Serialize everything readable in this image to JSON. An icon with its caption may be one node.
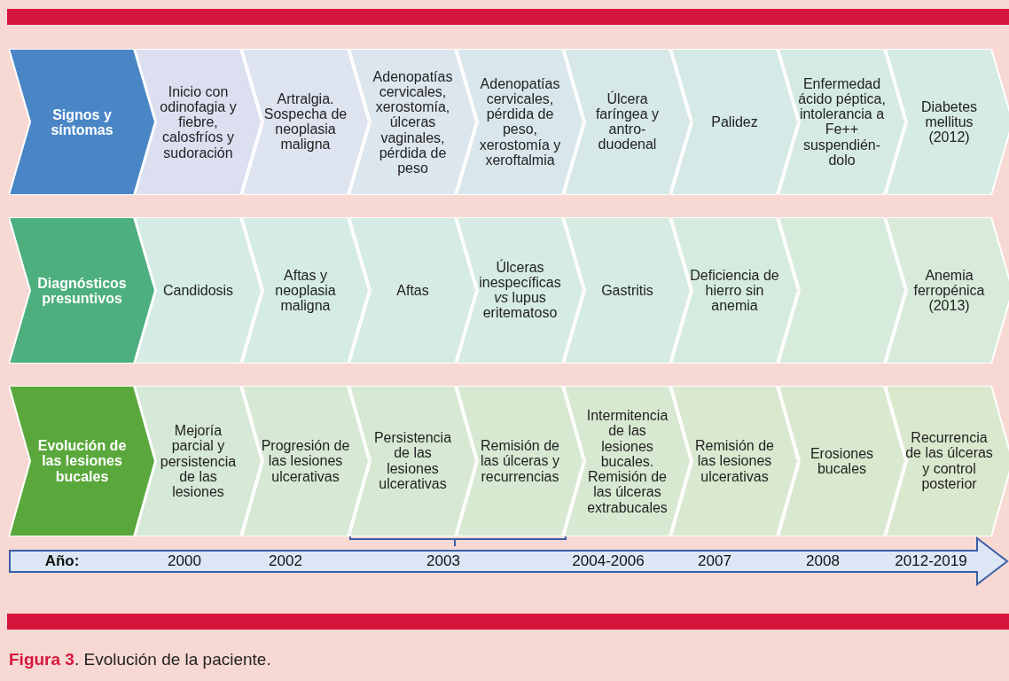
{
  "diagram": {
    "caption": "**Figura 3**. Evolución de la paciente.",
    "nodes": [
      {
        "text": [
          "Signos y síntomas"
        ]
      },
      {
        "text": [
          "Inicio con odinofagia y fiebre, calosfríos y sudoración"
        ]
      },
      {
        "text": [
          "Artralgia. Sospecha de neoplasia maligna"
        ]
      },
      {
        "text": [
          "Adenopatías cervicales, xerostomía, úlceras vaginales, pérdida de peso"
        ]
      },
      {
        "text": [
          "Adenopatías cervicales, pérdida de peso, xerostomía y xeroftalmia"
        ]
      },
      {
        "text": [
          "Úlcera faríngea y antro-duodenal"
        ]
      },
      {
        "text": [
          "Palidez"
        ]
      },
      {
        "text": [
          "Enfermedad ácido péptica, intolerancia a Fe++ suspendién-dolo"
        ]
      },
      {
        "text": [
          "Diabetes mellitus (2012)"
        ]
      },
      {
        "text": [
          "Diagnósticos presuntivos"
        ]
      },
      {
        "text": [
          "Candidosis"
        ]
      },
      {
        "text": [
          "Aftas y neoplasia maligna"
        ]
      },
      {
        "text": [
          "Aftas"
        ]
      },
      {
        "text": [
          "Úlceras inespecíficas *vs* lupus eritematoso"
        ]
      },
      {
        "text": [
          "Gastritis"
        ]
      },
      {
        "text": [
          "Deficiencia de hierro sin anemia"
        ]
      },
      {
        "text": [],
        "shape": "chevron"
      },
      {
        "text": [
          "Anemia ferropénica (2013)"
        ]
      },
      {
        "text": [
          "Evolución de las lesiones bucales"
        ]
      },
      {
        "text": [
          "Mejoría parcial y persistencia de las lesiones"
        ]
      },
      {
        "text": [
          "Progresión de las lesiones ulcerativas"
        ]
      },
      {
        "text": [
          "Persistencia de las lesiones ulcerativas"
        ]
      },
      {
        "text": [
          "Remisión de las úlceras y recurrencias"
        ]
      },
      {
        "text": [
          "Intermitencia de las lesiones bucales. Remisión de las úlceras extrabucales"
        ]
      },
      {
        "text": [
          "Remisión de las lesiones ulcerativas"
        ]
      },
      {
        "text": [
          "Erosiones bucales"
        ]
      },
      {
        "text": [
          "Recurrencia de las úlceras y control posterior"
        ]
      },
      {
        "text": [
          "Año:",
          "2000",
          "2002",
          "2003",
          "2004-2006",
          "2007",
          "2008",
          "2012-2019"
        ]
      }
    ]
  }
}
